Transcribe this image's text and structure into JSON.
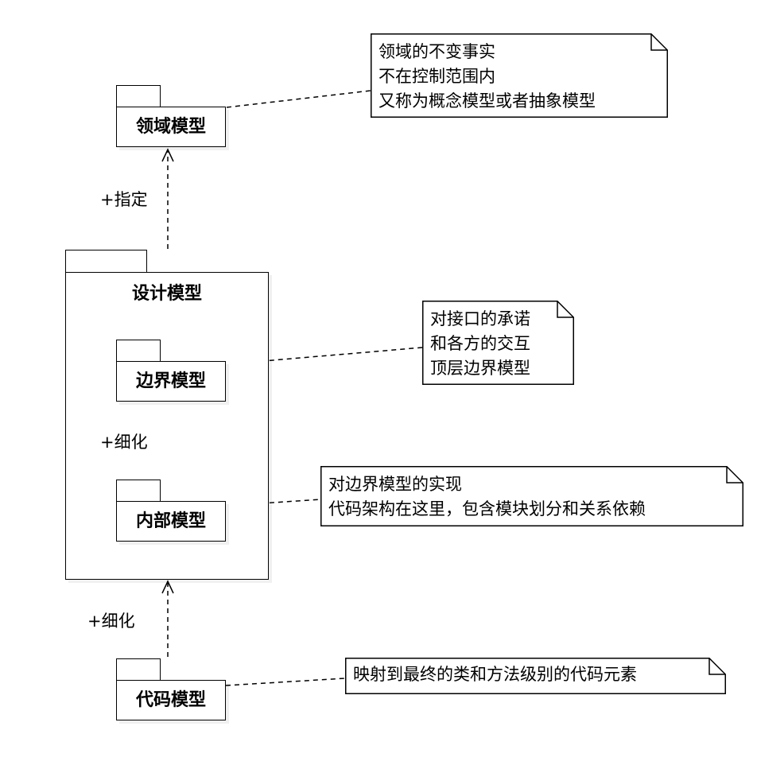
{
  "packages": {
    "domain": "领域模型",
    "design": "设计模型",
    "boundary": "边界模型",
    "internal": "内部模型",
    "code": "代码模型"
  },
  "dependencies": {
    "design_to_domain": "+指定",
    "internal_to_boundary": "+细化",
    "code_to_design": "+细化"
  },
  "notes": {
    "domain": [
      "领域的不变事实",
      "不在控制范围内",
      "又称为概念模型或者抽象模型"
    ],
    "boundary": [
      "对接口的承诺",
      "和各方的交互",
      "顶层边界模型"
    ],
    "internal": [
      "对边界模型的实现",
      "代码架构在这里，包含模块划分和关系依赖"
    ],
    "code": [
      "映射到最终的类和方法级别的代码元素"
    ]
  }
}
